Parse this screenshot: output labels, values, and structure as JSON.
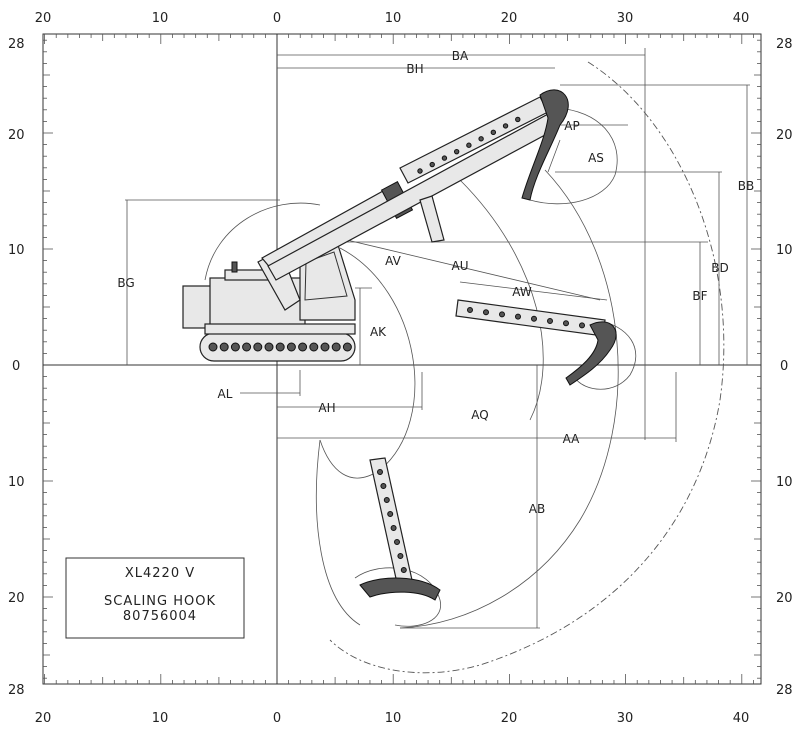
{
  "axis": {
    "x_ticks": [
      "20",
      "10",
      "0",
      "10",
      "20",
      "30",
      "40"
    ],
    "y_ticks": [
      "28",
      "20",
      "10",
      "0",
      "10",
      "20",
      "28"
    ]
  },
  "dimensions": [
    "BA",
    "BH",
    "AP",
    "AS",
    "BB",
    "BD",
    "BF",
    "BG",
    "AV",
    "AU",
    "AW",
    "AK",
    "AL",
    "AH",
    "AQ",
    "AA",
    "AB"
  ],
  "info_box": {
    "model": "XL4220 V",
    "attachment_line1": "SCALING HOOK",
    "attachment_line2": "80756004"
  }
}
